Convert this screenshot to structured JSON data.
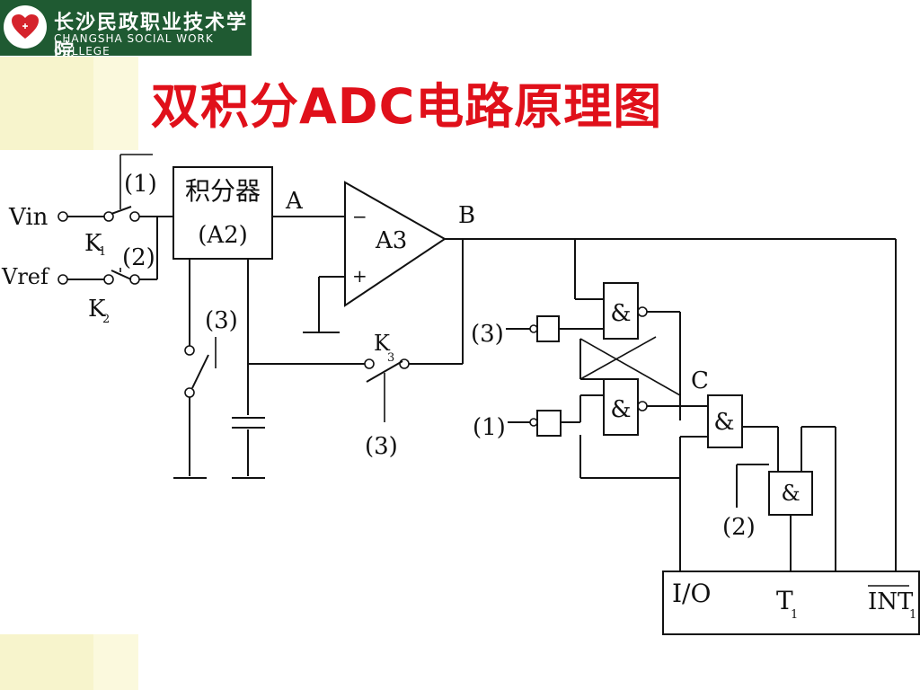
{
  "header": {
    "college_cn": "长沙民政职业技术学院",
    "college_en": "CHANGSHA SOCIAL WORK COLLEGE"
  },
  "title": "双积分ADC电路原理图",
  "colors": {
    "title": "#e0101a",
    "brand": "#1f5a32",
    "logo": "#d5232c"
  },
  "diagram": {
    "vin": "Vin",
    "vref": "Vref",
    "k1": "K",
    "k1_sub": "1",
    "k2": "K",
    "k2_sub": "2",
    "k3": "K",
    "k3_sub": "3",
    "sw1": "(1)",
    "sw2": "(2)",
    "sw3_left": "(3)",
    "sw3_bottom": "(3)",
    "integrator_line1": "积分器",
    "integrator_line2": "(A2)",
    "node_a": "A",
    "node_b": "B",
    "node_c": "C",
    "amp": "A3",
    "minus": "−",
    "plus": "+",
    "ff_in3": "(3)",
    "ff_in1": "(1)",
    "and": "&",
    "and_out": "&",
    "gate2_in": "(2)",
    "io": "I/O",
    "t1": "T",
    "t1_sub": "1",
    "int1": "INT",
    "int1_sub": "1"
  }
}
